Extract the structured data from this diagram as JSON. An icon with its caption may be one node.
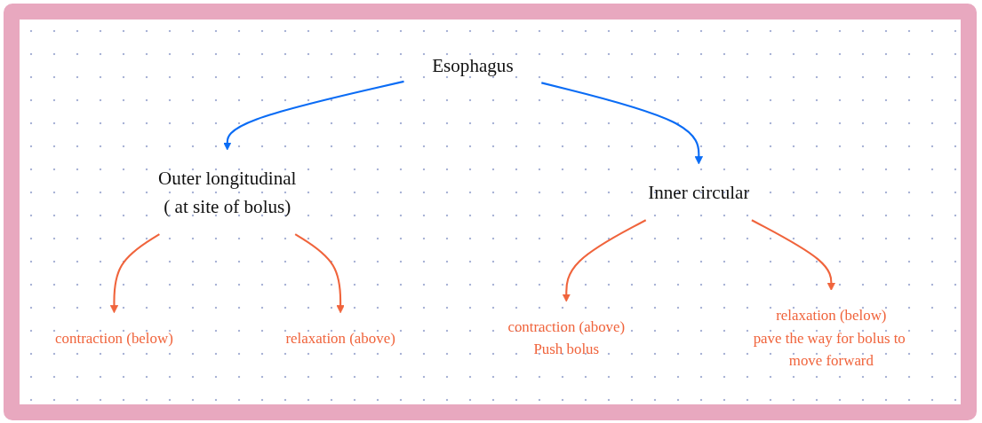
{
  "diagram": {
    "nodes": [
      {
        "text": [
          "Esophagus"
        ]
      },
      {
        "text": [
          "Outer longitudinal"
        ],
        "beside": [
          "( at site of bolus)"
        ]
      },
      {
        "text": [
          "Inner circular"
        ]
      },
      {
        "text": [
          "contraction (below)"
        ]
      },
      {
        "text": [
          "relaxation (above)"
        ]
      },
      {
        "text": [
          "contraction (above)"
        ],
        "beside": [
          "Push bolus"
        ]
      },
      {
        "text": [
          "relaxation (below)"
        ],
        "beside": [
          "pave the way for bolus to move forward"
        ]
      }
    ],
    "edges": [
      {
        "from": 0,
        "to": 1,
        "arrow": "to",
        "color": "#0a6cf5"
      },
      {
        "from": 0,
        "to": 2,
        "arrow": "to",
        "color": "#0a6cf5"
      },
      {
        "from": 1,
        "to": 3,
        "arrow": "to"
      },
      {
        "from": 1,
        "to": 4,
        "arrow": "to"
      },
      {
        "from": 2,
        "to": 5,
        "arrow": "to"
      },
      {
        "from": 2,
        "to": 6,
        "arrow": "to"
      }
    ]
  }
}
